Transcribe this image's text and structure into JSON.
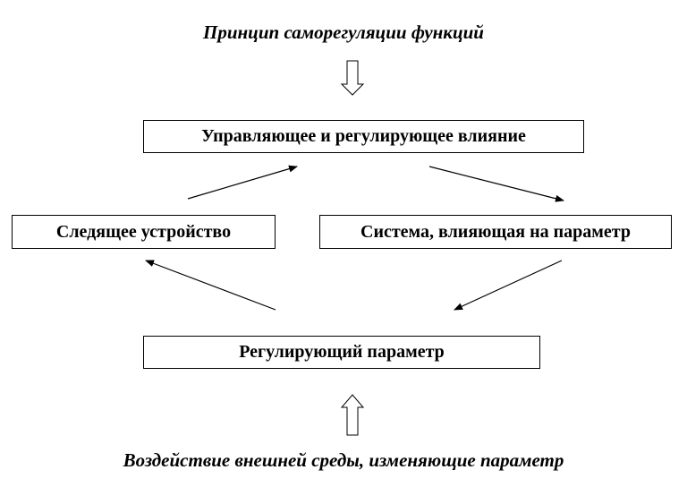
{
  "diagram": {
    "title": "Принцип саморегуляции функций",
    "boxes": {
      "control_influence": "Управляющее и регулирующее влияние",
      "tracking_device": "Следящее устройство",
      "system_affecting_parameter": "Система, влияющая на параметр",
      "regulated_parameter": "Регулирующий параметр"
    },
    "bottom_caption": "Воздействие внешней среды, изменяющие параметр"
  },
  "colors": {
    "line": "#000000",
    "background": "#ffffff"
  }
}
